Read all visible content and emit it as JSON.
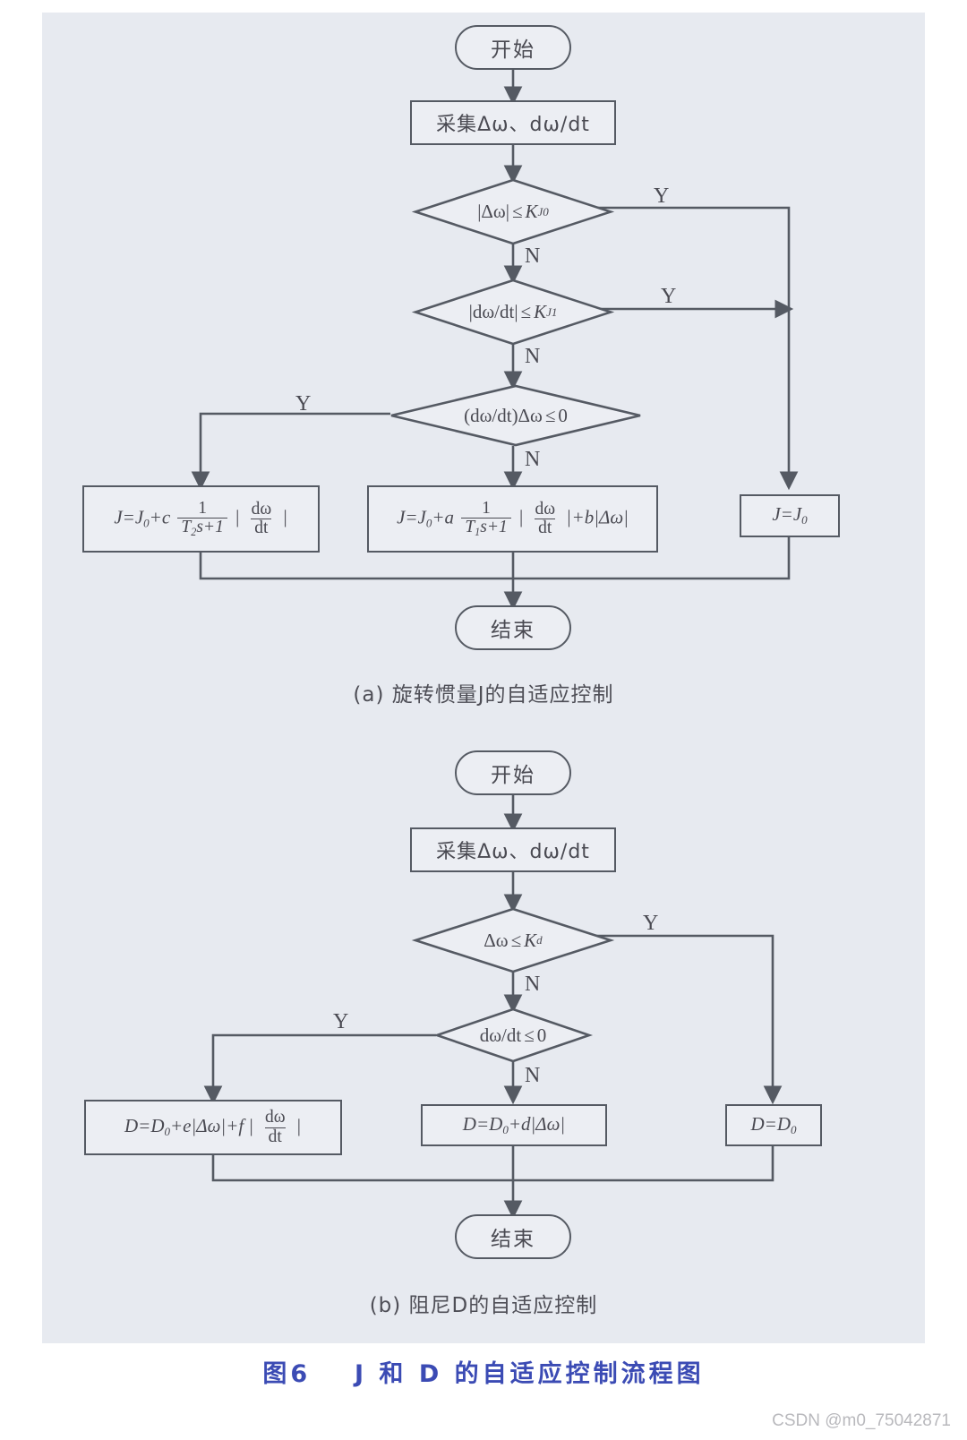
{
  "figure": {
    "number": "图6",
    "title": "J 和 D 的自适应控制流程图",
    "watermark": "CSDN @m0_75042871",
    "accent_color": "#3b4bb4",
    "panel_bg": "#e7eaf0",
    "line_color": "#555a63"
  },
  "chart_a": {
    "caption": "(a) 旋转惯量J的自适应控制",
    "start": "开始",
    "end": "结束",
    "sample": "采集Δω、dω/dt",
    "decision1": {
      "lhs": "|Δω|",
      "op": "≤",
      "rhs_var": "K",
      "rhs_sub": "J0",
      "yes": "Y",
      "no": "N"
    },
    "decision2": {
      "lhs": "|dω/dt|",
      "op": "≤",
      "rhs_var": "K",
      "rhs_sub": "J1",
      "yes": "Y",
      "no": "N"
    },
    "decision3": {
      "lhs": "(dω/dt)Δω",
      "op": "≤",
      "rhs": "0",
      "yes": "Y",
      "no": "N"
    },
    "box_left": {
      "lead": "J=J",
      "lead_sub": "0",
      "plus": "+c",
      "num": "1",
      "den_var": "T",
      "den_sub": "2",
      "den_tail": "s+1",
      "fnum": "dω",
      "fden": "dt"
    },
    "box_mid": {
      "lead": "J=J",
      "lead_sub": "0",
      "plus": "+a",
      "num": "1",
      "den_var": "T",
      "den_sub": "1",
      "den_tail": "s+1",
      "fnum": "dω",
      "fden": "dt",
      "tail": "+b|Δω|"
    },
    "box_right": {
      "lead": "J=J",
      "lead_sub": "0"
    }
  },
  "chart_b": {
    "caption": "(b) 阻尼D的自适应控制",
    "start": "开始",
    "end": "结束",
    "sample": "采集Δω、dω/dt",
    "decision1": {
      "lhs": "Δω",
      "op": "≤",
      "rhs_var": "K",
      "rhs_sub": "d",
      "yes": "Y",
      "no": "N"
    },
    "decision2": {
      "lhs": "dω/dt",
      "op": "≤",
      "rhs": "0",
      "yes": "Y",
      "no": "N"
    },
    "box_left": {
      "lead": "D=D",
      "lead_sub": "0",
      "mid": "+e|Δω|+f",
      "fnum": "dω",
      "fden": "dt"
    },
    "box_mid": {
      "text": "D=D",
      "sub": "0",
      "tail": "+d|Δω|"
    },
    "box_right": {
      "lead": "D=D",
      "lead_sub": "0"
    }
  }
}
